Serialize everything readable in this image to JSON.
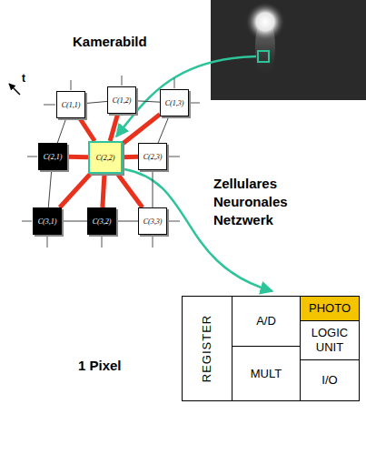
{
  "diagram": {
    "nodes": [
      {
        "text": [
          "C(1,1)"
        ]
      },
      {
        "text": [
          "C(1,2)"
        ]
      },
      {
        "text": [
          "C(1,3)"
        ]
      },
      {
        "text": [
          "C(2,1)"
        ]
      },
      {
        "text": [
          "C(2,2)"
        ]
      },
      {
        "text": [
          "C(2,3)"
        ]
      },
      {
        "text": [
          "C(3,1)"
        ]
      },
      {
        "text": [
          "C(3,2)"
        ]
      },
      {
        "text": [
          "C(3,3)"
        ]
      },
      {
        "text": [
          "REGISTER"
        ]
      },
      {
        "text": [
          "A/D"
        ]
      },
      {
        "text": [
          "PHOTO"
        ]
      },
      {
        "text": [
          "LOGIC UNIT"
        ]
      },
      {
        "text": [
          "MULT"
        ]
      },
      {
        "text": [
          "I/O"
        ]
      }
    ],
    "edges": [
      {
        "from": 4,
        "to": 0,
        "arrow": "none"
      },
      {
        "from": 4,
        "to": 1,
        "arrow": "none"
      },
      {
        "from": 4,
        "to": 2,
        "arrow": "none"
      },
      {
        "from": 4,
        "to": 3,
        "arrow": "none"
      },
      {
        "from": 4,
        "to": 5,
        "arrow": "none"
      },
      {
        "from": 4,
        "to": 6,
        "arrow": "none"
      },
      {
        "from": 4,
        "to": 7,
        "arrow": "none"
      },
      {
        "from": 4,
        "to": 8,
        "arrow": "none"
      },
      {
        "from": 0,
        "to": 1,
        "arrow": "none"
      },
      {
        "from": 1,
        "to": 2,
        "arrow": "none"
      },
      {
        "from": 0,
        "to": 3,
        "arrow": "none"
      },
      {
        "from": 2,
        "to": 5,
        "arrow": "none"
      },
      {
        "from": 3,
        "to": 6,
        "arrow": "none"
      },
      {
        "from": 5,
        "to": 8,
        "arrow": "none"
      },
      {
        "from": 6,
        "to": 7,
        "arrow": "none"
      },
      {
        "from": 7,
        "to": 8,
        "arrow": "none"
      }
    ],
    "labels": [
      "Kamerabild",
      "t",
      "Zellulares Neuronales Netzwerk",
      "1 Pixel"
    ]
  }
}
